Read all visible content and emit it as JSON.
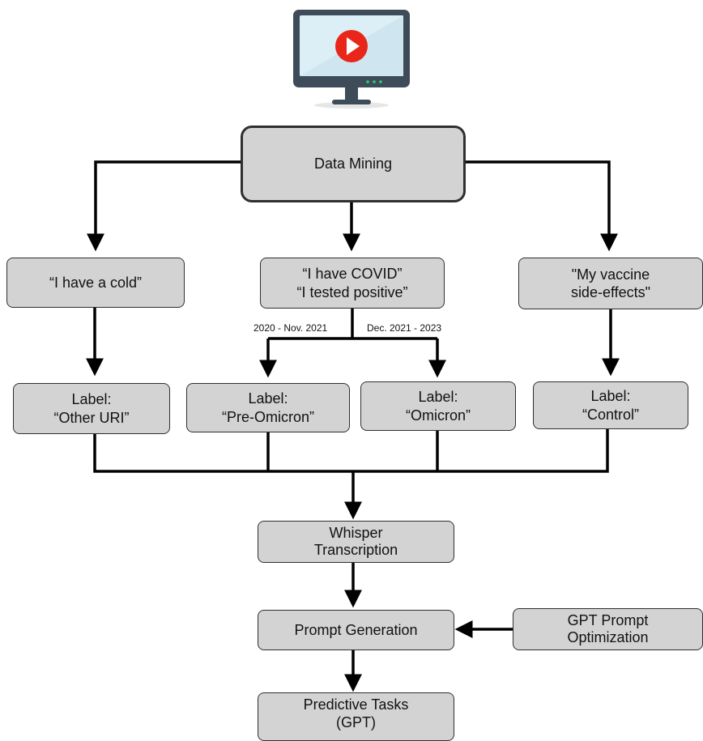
{
  "colors": {
    "box_fill": "#d3d3d3",
    "box_border": "#2f2f2f",
    "line": "#000000",
    "icon_screen": "#dceff7",
    "icon_frame": "#3e4c5a",
    "icon_play": "#e8261a"
  },
  "icons": {
    "monitor": "monitor-with-play-button-icon"
  },
  "nodes": {
    "data_mining": "Data Mining",
    "cold": "“I have a cold”",
    "covid": [
      "“I have COVID”",
      "“I tested positive”"
    ],
    "vaccine": [
      "\"My vaccine",
      "side-effects\""
    ],
    "label_other": [
      "Label:",
      "“Other URI”"
    ],
    "label_pre": [
      "Label:",
      "“Pre-Omicron”"
    ],
    "label_omicron": [
      "Label:",
      "“Omicron”"
    ],
    "label_control": [
      "Label:",
      "“Control”"
    ],
    "whisper": [
      "Whisper",
      "Transcription"
    ],
    "prompt_gen": "Prompt Generation",
    "gpt_opt": [
      "GPT Prompt",
      "Optimization"
    ],
    "predictive": [
      "Predictive Tasks",
      "(GPT)"
    ]
  },
  "branch_labels": {
    "pre": "2020 - Nov. 2021",
    "post": "Dec. 2021 - 2023"
  }
}
